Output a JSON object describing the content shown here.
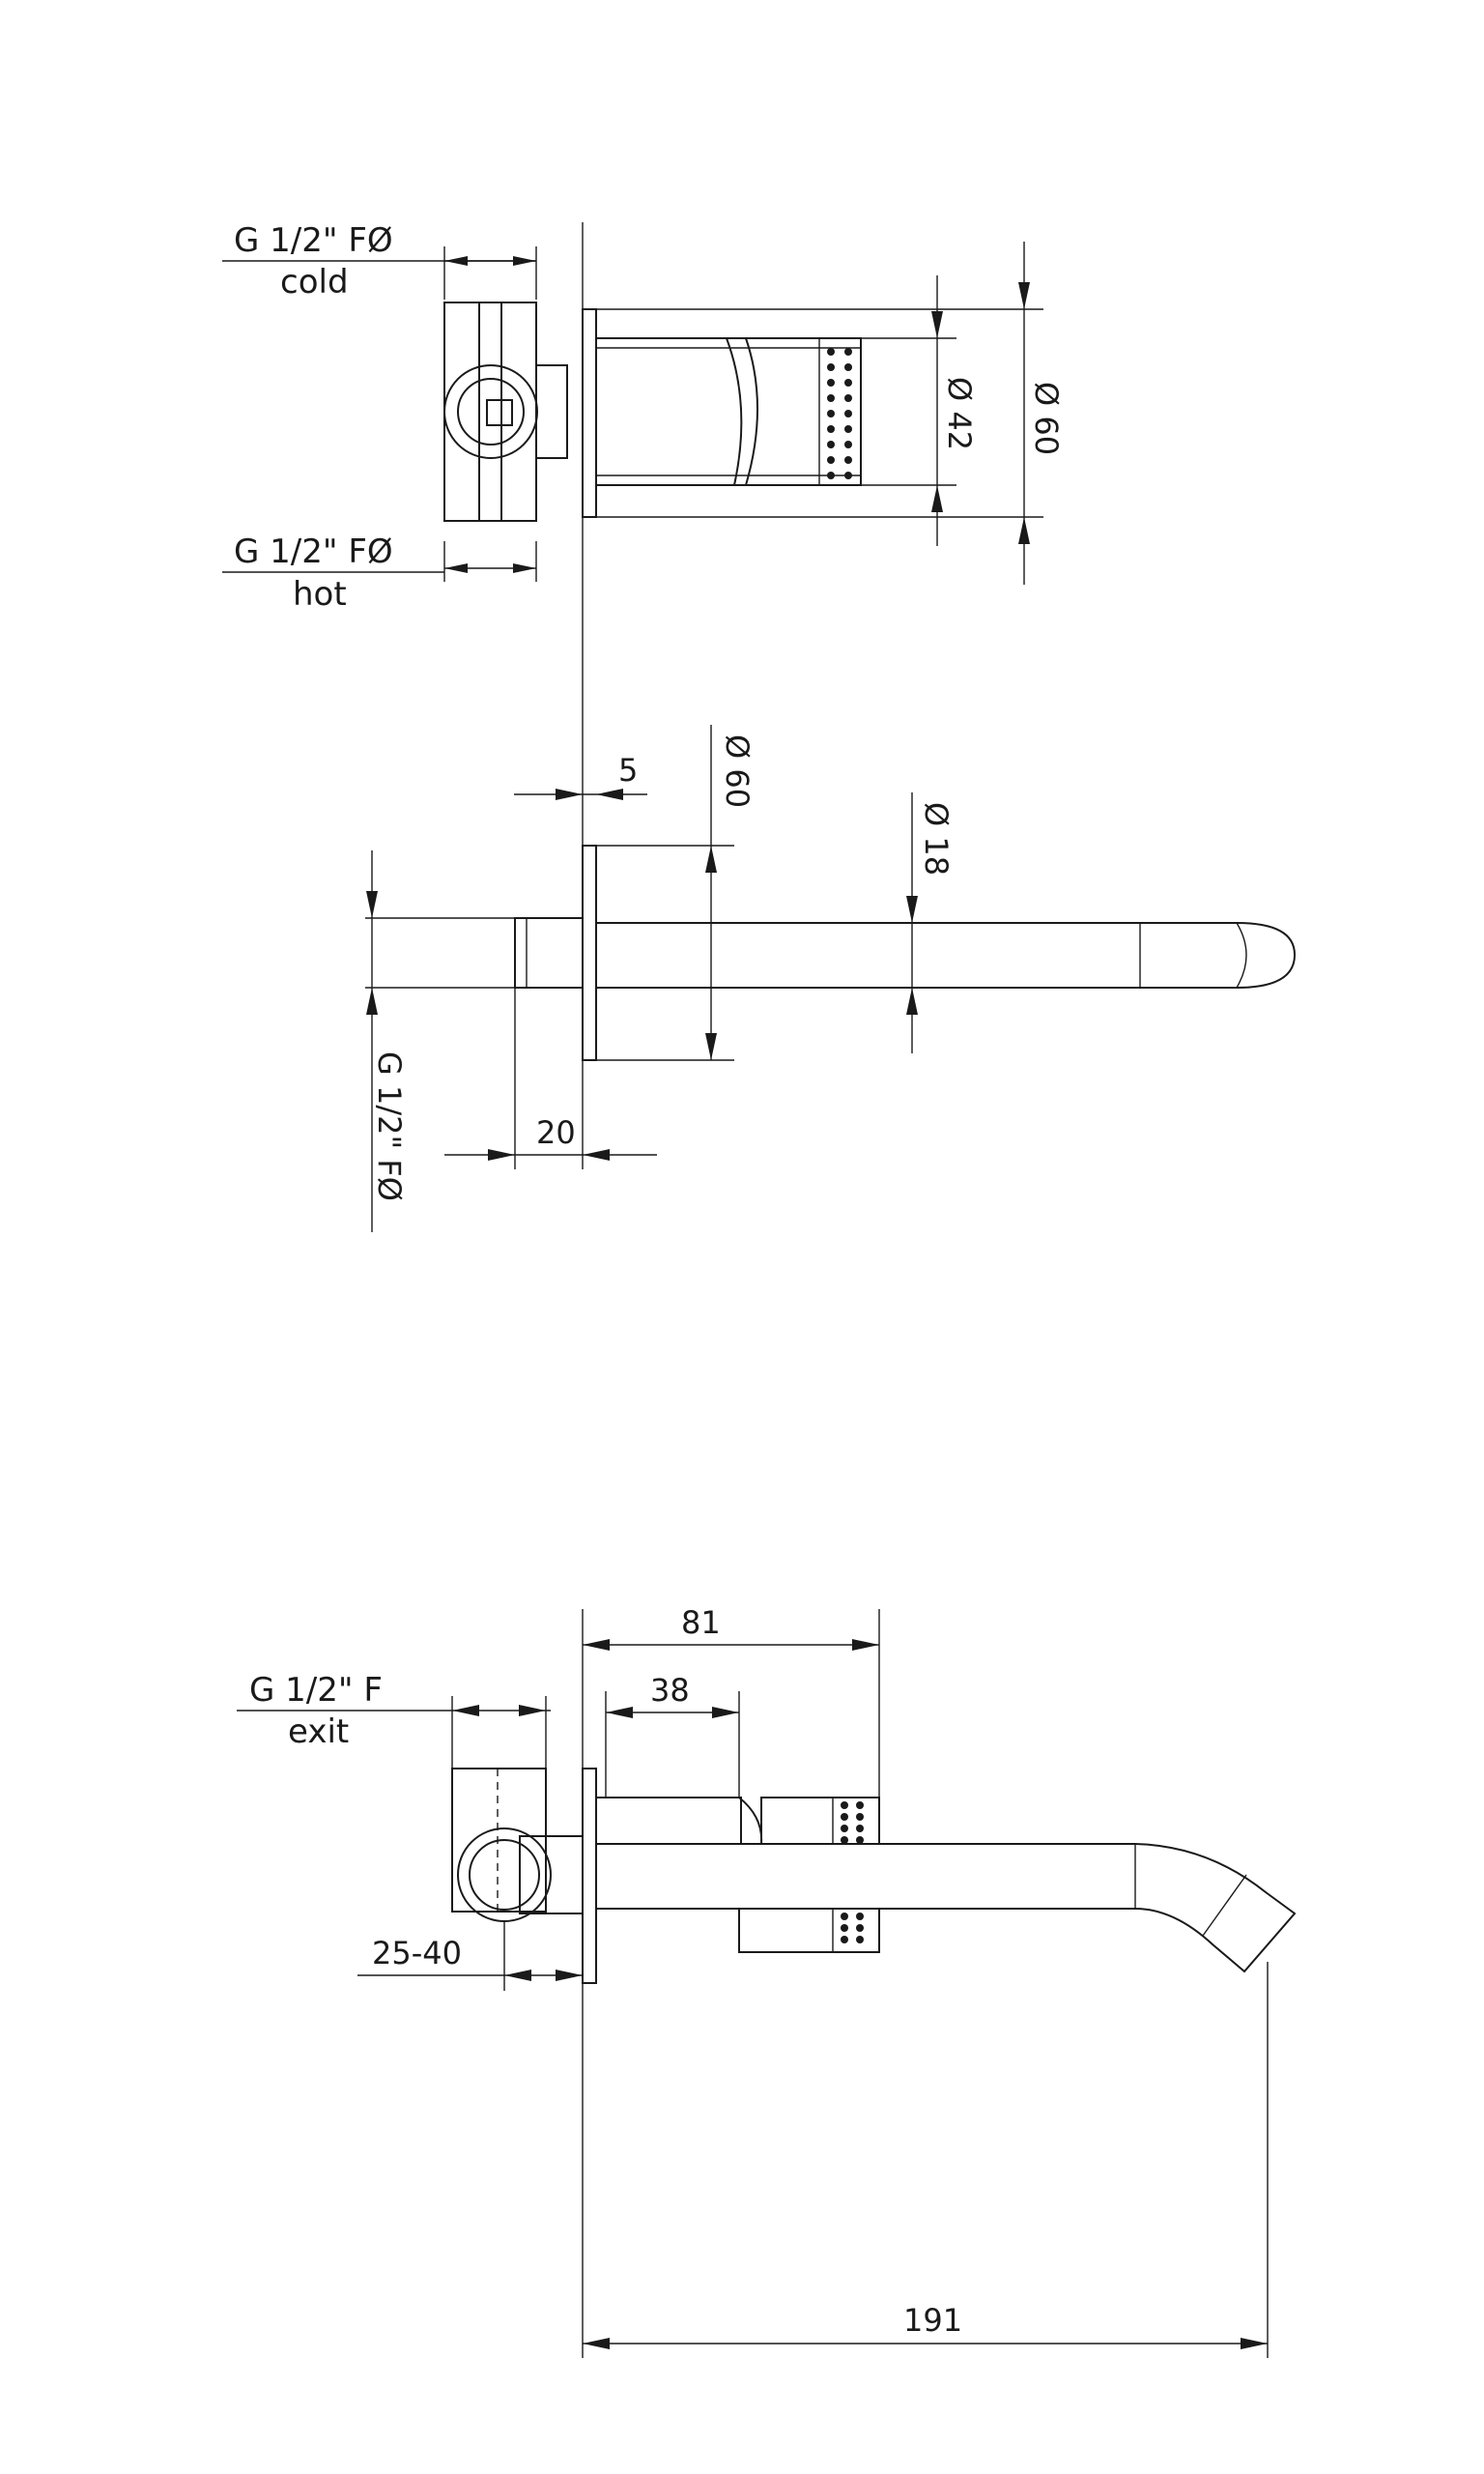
{
  "top_view": {
    "cold_thread": "G 1/2\" FØ",
    "cold_label": "cold",
    "hot_thread": "G 1/2\" FØ",
    "hot_label": "hot",
    "dia_inner": "Ø 42",
    "dia_outer": "Ø 60"
  },
  "side_view": {
    "plate_thickness": "5",
    "dia_plate": "Ø 60",
    "dia_spout": "Ø 18",
    "thread_vertical": "G 1/2\" FØ",
    "thread_depth": "20"
  },
  "bottom_view": {
    "exit_thread": "G 1/2\" F",
    "exit_label": "exit",
    "dim_81": "81",
    "dim_38": "38",
    "dim_wall": "25-40",
    "dim_total": "191"
  }
}
